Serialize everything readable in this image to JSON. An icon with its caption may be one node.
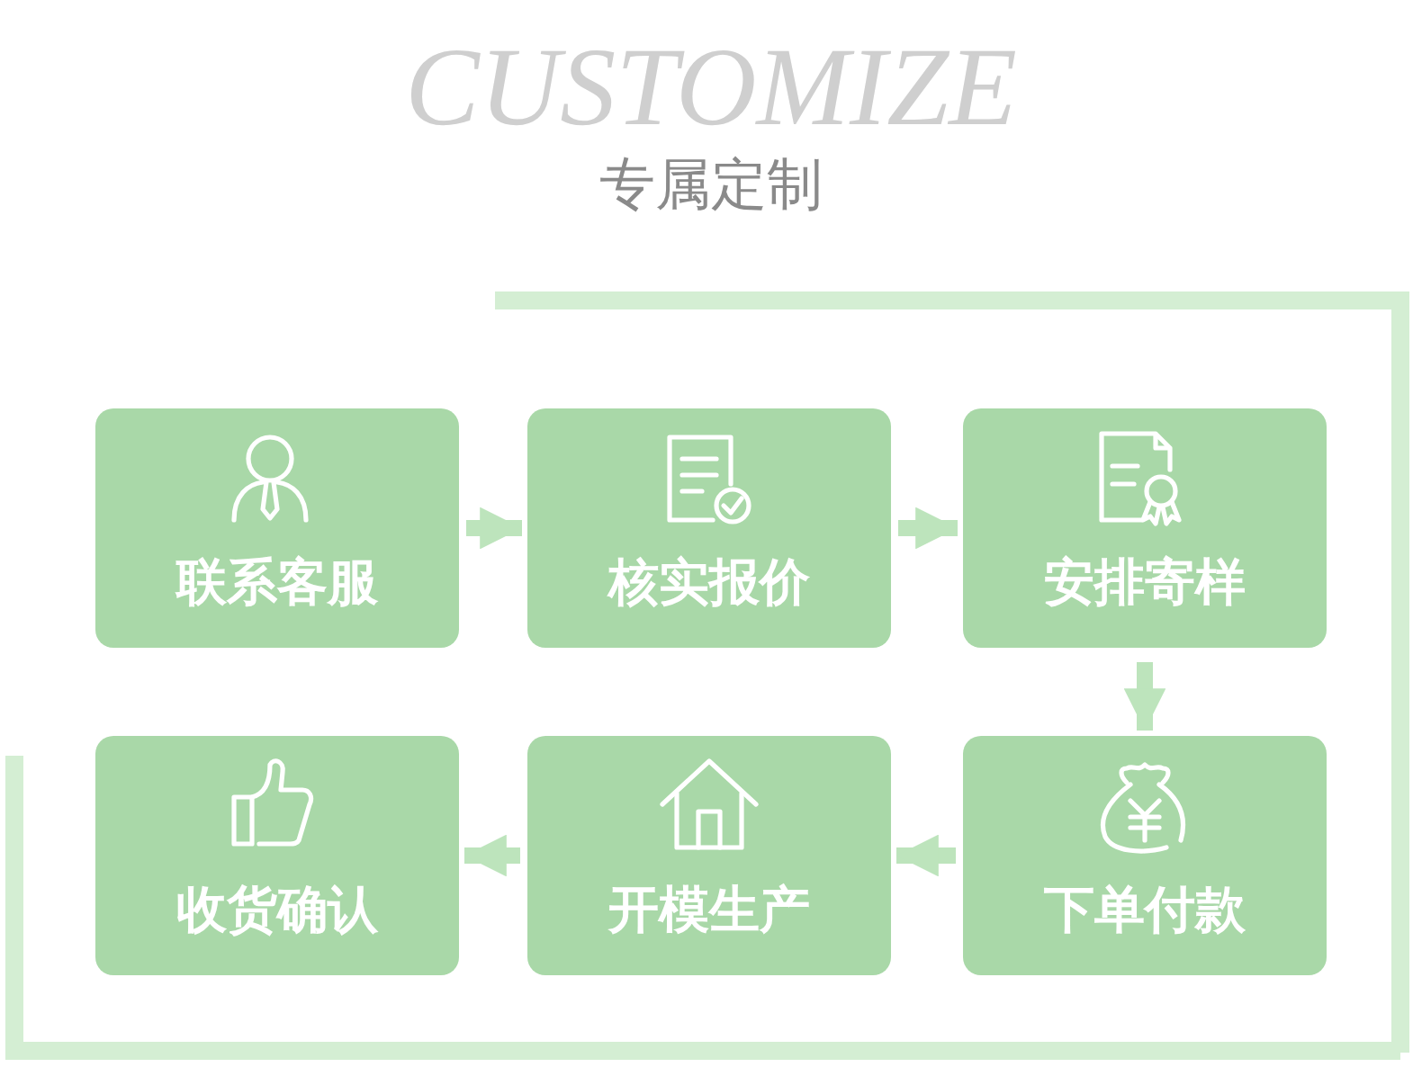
{
  "diagram": {
    "title": "CUSTOMIZE",
    "nodes": [
      {
        "text": [
          "联系客服"
        ]
      },
      {
        "text": [
          "核实报价"
        ]
      },
      {
        "text": [
          "安排寄样"
        ]
      },
      {
        "text": [
          "收货确认"
        ]
      },
      {
        "text": [
          "开模生产"
        ]
      },
      {
        "text": [
          "下单付款"
        ]
      }
    ],
    "edges": [
      {
        "from": 0,
        "to": 1,
        "arrow": "to"
      },
      {
        "from": 1,
        "to": 2,
        "arrow": "to"
      },
      {
        "from": 2,
        "to": 5,
        "arrow": "to"
      },
      {
        "from": 5,
        "to": 4,
        "arrow": "to"
      },
      {
        "from": 4,
        "to": 3,
        "arrow": "to"
      }
    ],
    "labels": [
      "专属定制"
    ]
  }
}
